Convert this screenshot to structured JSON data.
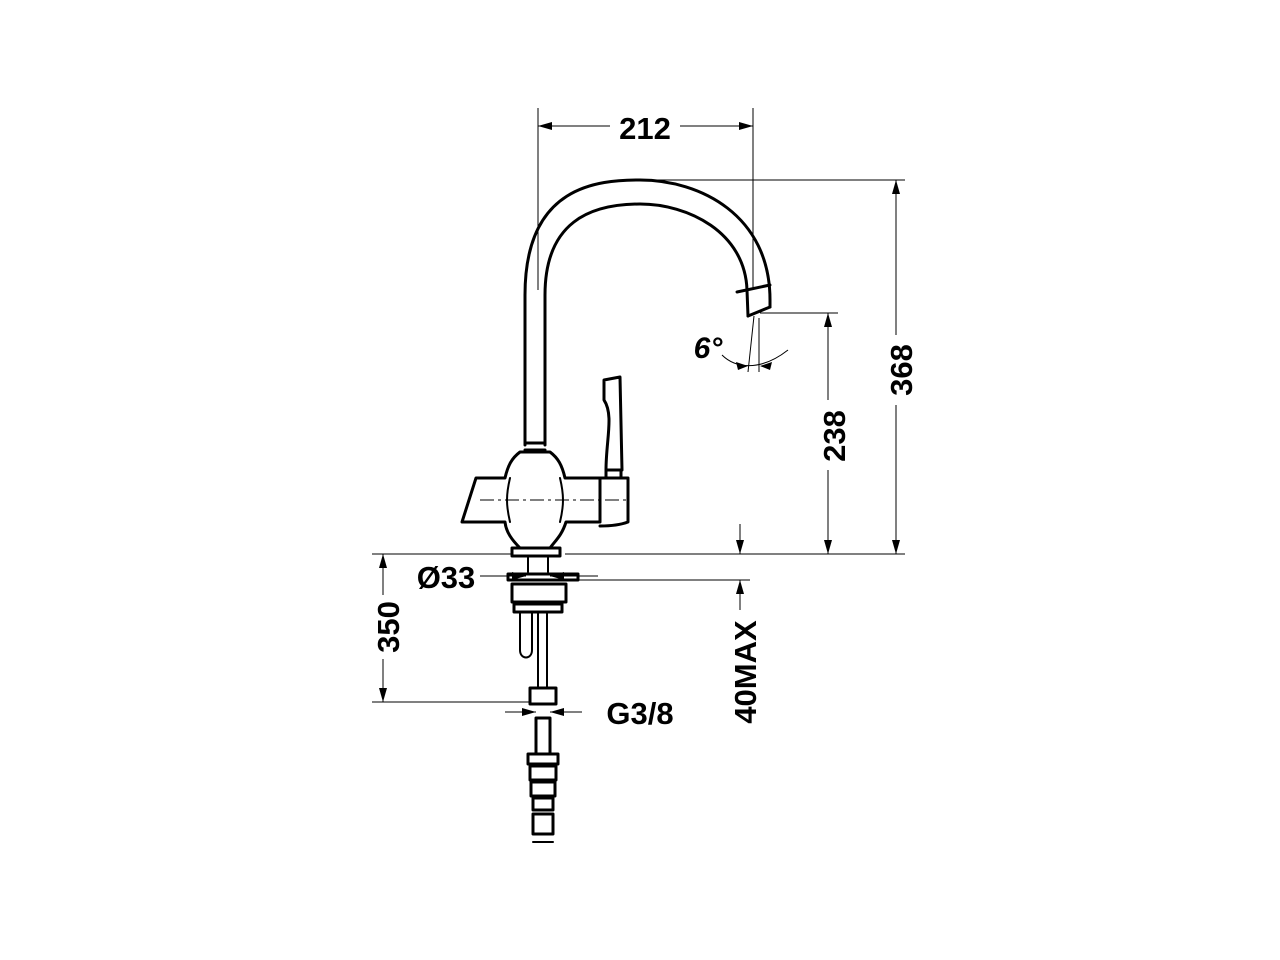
{
  "dimensions": {
    "width": "212",
    "height_total": "368",
    "spout_height": "238",
    "hole_diameter": "Ø33",
    "hose_length": "350",
    "thread": "G3/8",
    "deck_thickness": "40MAX",
    "spout_angle": "6°"
  }
}
